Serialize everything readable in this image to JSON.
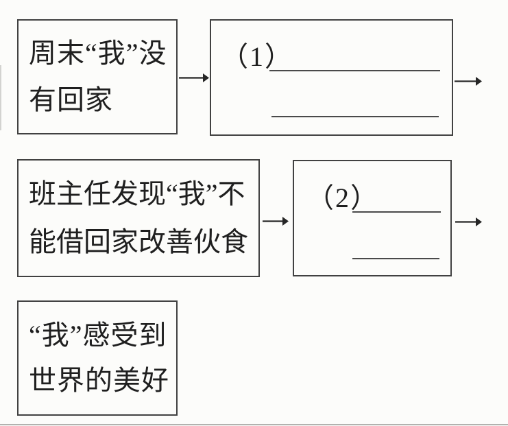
{
  "page": {
    "background_color": "#fcfcfa",
    "ink_color": "#1f1f1f",
    "box_border_color": "#414141",
    "blank_line_color": "#4a4a4a"
  },
  "flowchart": {
    "row1": {
      "event_box": {
        "line1": "周末“我”没",
        "line2": "有回家"
      },
      "blank_box": {
        "label": "（1）",
        "blank_count": 2
      }
    },
    "row2": {
      "event_box": {
        "line1": "班主任发现“我”不",
        "line2": "能借回家改善伙食"
      },
      "blank_box": {
        "label": "（2）",
        "blank_count": 2
      }
    },
    "row3": {
      "event_box": {
        "line1": "“我”感受到",
        "line2": "世界的美好"
      }
    },
    "arrow_glyph": "→"
  }
}
